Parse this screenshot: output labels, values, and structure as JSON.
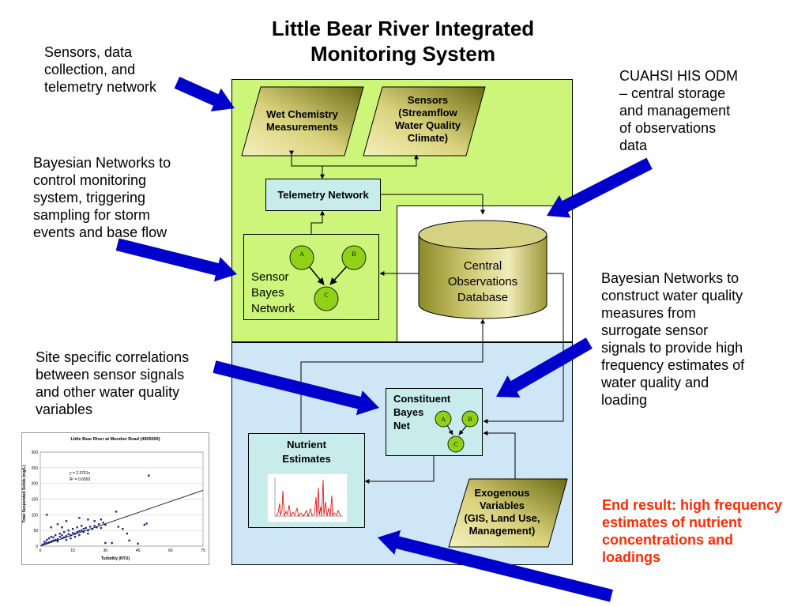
{
  "title": [
    "Little Bear River Integrated",
    "Monitoring System"
  ],
  "notes": {
    "sensors": [
      "Sensors, data",
      "collection, and",
      "telemetry network"
    ],
    "bayes_control": [
      "Bayesian Networks to",
      "control monitoring",
      "system, triggering",
      "sampling for storm",
      "events and base flow"
    ],
    "site_corr": [
      "Site specific correlations",
      "between sensor signals",
      "and other water quality",
      "variables"
    ],
    "odm": [
      "CUAHSI HIS ODM",
      "– central storage",
      "and management",
      "of observations",
      "data"
    ],
    "bayes_construct": [
      "Bayesian Networks to",
      "construct  water quality",
      "measures from",
      "surrogate sensor",
      "signals to provide high",
      "frequency estimates of",
      "water quality and",
      "loading"
    ],
    "end_result": [
      "End result: high frequency",
      "estimates of nutrient",
      "concentrations and",
      "loadings"
    ]
  },
  "boxes": {
    "wet_chem": [
      "Wet Chemistry",
      "Measurements"
    ],
    "sensors": [
      "Sensors",
      "(Streamflow",
      "Water Quality",
      "Climate)"
    ],
    "telemetry": "Telemetry Network",
    "sensor_bayes": [
      "Sensor",
      "Bayes",
      "Network"
    ],
    "database": [
      "Central",
      "Observations",
      "Database"
    ],
    "constituent": [
      "Constituent",
      "Bayes",
      "Net"
    ],
    "nutrient": [
      "Nutrient",
      "Estimates"
    ],
    "exogenous": [
      "Exogenous",
      "Variables",
      "(GIS, Land Use,",
      "Management)"
    ]
  },
  "nodes": {
    "a": "A",
    "b": "B",
    "c": "C"
  },
  "colors": {
    "green_region": "#ccf57a",
    "blue_region": "#cfe6f7",
    "box_fill": "#c8ecec",
    "node_fill": "#8fd114",
    "arrow_blue": "#0000cc",
    "end_result_text": "#ff2a00",
    "olive_dark": "#6b6b12",
    "olive_light": "#f4f0bc",
    "spike_red": "#e00000"
  },
  "chart_data": {
    "type": "scatter",
    "title": "Little Bear River at Mendon Road (4905000)",
    "xlabel": "Turbidity (NTU)",
    "ylabel": "Total Suspended Solids (mg/L)",
    "xlim": [
      0,
      75
    ],
    "ylim": [
      0,
      300
    ],
    "xticks": [
      "0",
      "15",
      "30",
      "45",
      "60",
      "75"
    ],
    "yticks": [
      "0",
      "50",
      "100",
      "150",
      "200",
      "250",
      "300"
    ],
    "trendline": {
      "equation": "y = 2.3751x",
      "r2": "R² = 0.6993",
      "slope": 2.3751
    },
    "points": [
      [
        1,
        5
      ],
      [
        2,
        8
      ],
      [
        2,
        14
      ],
      [
        3,
        10
      ],
      [
        3,
        20
      ],
      [
        4,
        12
      ],
      [
        4,
        25
      ],
      [
        5,
        15
      ],
      [
        5,
        30
      ],
      [
        6,
        18
      ],
      [
        6,
        28
      ],
      [
        7,
        20
      ],
      [
        7,
        35
      ],
      [
        8,
        22
      ],
      [
        8,
        15
      ],
      [
        9,
        30
      ],
      [
        9,
        40
      ],
      [
        10,
        25
      ],
      [
        10,
        35
      ],
      [
        11,
        28
      ],
      [
        11,
        45
      ],
      [
        12,
        32
      ],
      [
        12,
        20
      ],
      [
        13,
        38
      ],
      [
        13,
        50
      ],
      [
        14,
        35
      ],
      [
        14,
        25
      ],
      [
        15,
        42
      ],
      [
        15,
        55
      ],
      [
        16,
        40
      ],
      [
        16,
        30
      ],
      [
        17,
        45
      ],
      [
        17,
        60
      ],
      [
        18,
        48
      ],
      [
        18,
        35
      ],
      [
        19,
        50
      ],
      [
        19,
        65
      ],
      [
        20,
        45
      ],
      [
        20,
        55
      ],
      [
        21,
        58
      ],
      [
        22,
        50
      ],
      [
        22,
        40
      ],
      [
        23,
        62
      ],
      [
        24,
        55
      ],
      [
        25,
        65
      ],
      [
        26,
        60
      ],
      [
        27,
        70
      ],
      [
        28,
        58
      ],
      [
        29,
        75
      ],
      [
        30,
        68
      ],
      [
        3,
        100
      ],
      [
        5,
        60
      ],
      [
        8,
        70
      ],
      [
        10,
        60
      ],
      [
        12,
        80
      ],
      [
        18,
        90
      ],
      [
        22,
        85
      ],
      [
        25,
        80
      ],
      [
        28,
        85
      ],
      [
        35,
        110
      ],
      [
        36,
        62
      ],
      [
        38,
        55
      ],
      [
        40,
        40
      ],
      [
        41,
        18
      ],
      [
        45,
        8
      ],
      [
        48,
        68
      ],
      [
        49,
        72
      ],
      [
        50,
        225
      ],
      [
        33,
        10
      ],
      [
        30,
        10
      ]
    ]
  }
}
